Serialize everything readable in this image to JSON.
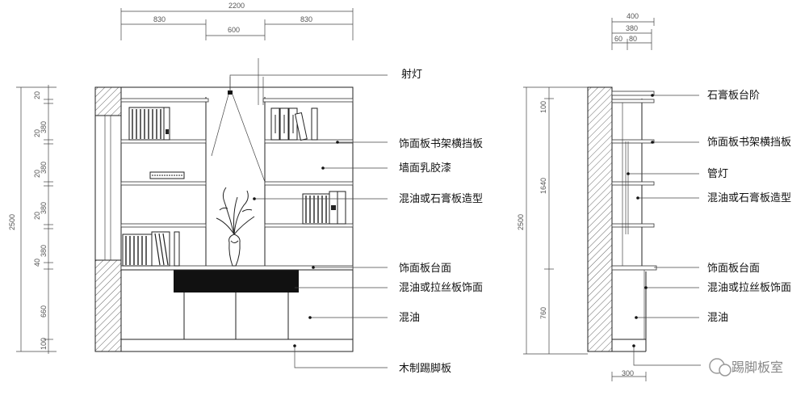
{
  "front": {
    "top_dims": {
      "total": "2200",
      "left": "830",
      "mid": "600",
      "right": "830"
    },
    "left_dims": [
      "2500",
      "20",
      "380",
      "20",
      "380",
      "20",
      "380",
      "20",
      "380",
      "40",
      "660",
      "100"
    ],
    "labels": [
      "射灯",
      "饰面板书架横挡板",
      "墙面乳胶漆",
      "混油或石膏板造型",
      "饰面板台面",
      "混油或拉丝板饰面",
      "混油",
      "木制踢脚板"
    ]
  },
  "side": {
    "top_dims": {
      "a": "400",
      "b": "380",
      "c": "60",
      "d": "80"
    },
    "left_dims": [
      "2500",
      "100",
      "1640",
      "760"
    ],
    "bottom_dim": "300",
    "labels": [
      "石膏板台阶",
      "饰面板书架横挡板",
      "管灯",
      "混油或石膏板造型",
      "饰面板台面",
      "混油或拉丝板饰面",
      "混油"
    ]
  },
  "watermark": "踢脚板室"
}
